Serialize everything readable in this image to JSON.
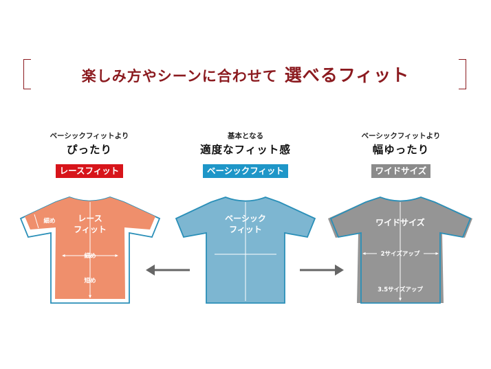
{
  "headline": {
    "main": "楽しみ方やシーンに合わせて",
    "emphasis": "選べるフィット"
  },
  "columns": [
    {
      "sub": "ベーシックフィットより",
      "main": "ぴったり",
      "badge": "レースフィット",
      "badge_color": "#d7141a",
      "jersey_label_line1": "レース",
      "jersey_label_line2": "フィット",
      "jersey_color": "#ef8f6c",
      "notes": {
        "sleeve": "細め",
        "body": "細め",
        "length": "短め"
      }
    },
    {
      "sub": "基本となる",
      "main": "適度なフィット感",
      "badge": "ベーシックフィット",
      "badge_color": "#1e96c8",
      "jersey_label_line1": "ベーシック",
      "jersey_label_line2": "フィット",
      "jersey_color": "#7db6d1"
    },
    {
      "sub": "ベーシックフィットより",
      "main": "幅ゆったり",
      "badge": "ワイドサイズ",
      "badge_color": "#8b8b8b",
      "jersey_label_line1": "ワイドサイズ",
      "jersey_color": "#959595",
      "notes": {
        "width": "2サイズアップ",
        "length": "3.5サイズアップ"
      }
    }
  ],
  "colors": {
    "accent": "#8b1a1f",
    "outline": "#2a8fb8",
    "arrow": "#666666"
  },
  "icons": {
    "left_arrow": "arrow-left-icon",
    "right_arrow": "arrow-right-icon"
  }
}
